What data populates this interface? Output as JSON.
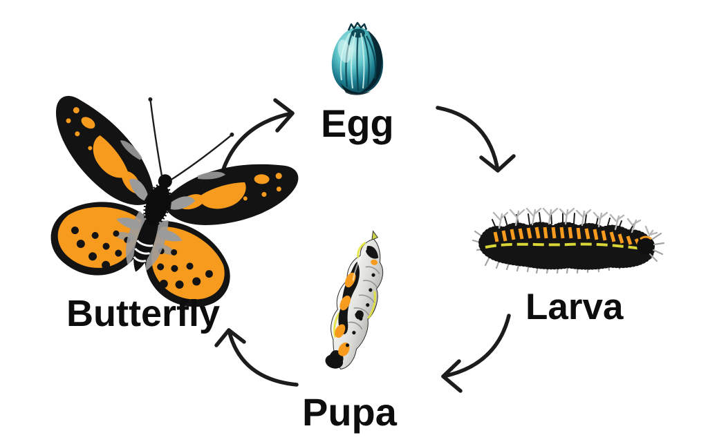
{
  "diagram": {
    "background_color": "#ffffff",
    "stages": [
      {
        "id": "egg",
        "label": "Egg",
        "icon": "egg-illustration"
      },
      {
        "id": "larva",
        "label": "Larva",
        "icon": "larva-illustration"
      },
      {
        "id": "pupa",
        "label": "Pupa",
        "icon": "pupa-illustration"
      },
      {
        "id": "butterfly",
        "label": "Butterfly",
        "icon": "butterfly-illustration"
      }
    ],
    "arrows": [
      {
        "from": "Egg",
        "to": "Larva"
      },
      {
        "from": "Larva",
        "to": "Pupa"
      },
      {
        "from": "Pupa",
        "to": "Butterfly"
      },
      {
        "from": "Butterfly",
        "to": "Egg"
      }
    ],
    "colors": {
      "ink": "#1c1c1c",
      "label_text": "#0d0d0d",
      "egg_teal": "#1d7f92",
      "egg_teal_light": "#c8f2ef",
      "egg_teal_dark": "#062832",
      "accent_orange": "#f79b1e",
      "accent_yellow": "#e4e23a",
      "accent_gray": "#9b9b9b"
    }
  }
}
